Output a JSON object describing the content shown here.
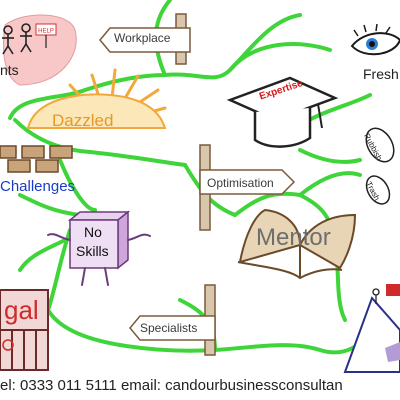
{
  "labels": {
    "workplace": "Workplace",
    "optimisation": "Optimisation",
    "specialists": "Specialists",
    "mentor": "Mentor",
    "expertise": "Expertise",
    "fresh": "Fresh",
    "dazzled": "Dazzled",
    "challenges": "Challenges",
    "no_skills_line1": "No",
    "no_skills_line2": "Skills",
    "legal": "gal",
    "clients": "nts",
    "help_sign": "HELP",
    "rubbish": "Rubbish",
    "trash": "Trash"
  },
  "footer": {
    "contact": "el: 0333 011 5111 email: candourbusinessconsultan"
  },
  "colors": {
    "line_green": "#3fd53a",
    "sign_brown": "#7a5a3c",
    "sun_orange": "#f2a93b",
    "mentor_grey": "#6e6e6e",
    "expertise_red": "#d11a1a",
    "challenges_blue": "#1a3cc7",
    "legal_red": "#d12a2a"
  }
}
